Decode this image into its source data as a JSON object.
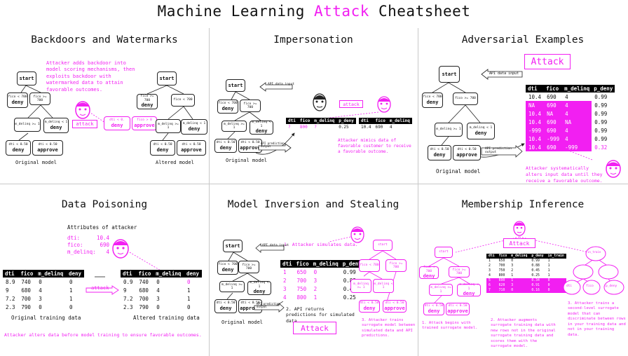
{
  "title": {
    "prefix": "Machine Learning ",
    "highlight": "Attack",
    "suffix": " Cheatsheet"
  },
  "colors": {
    "accent": "#f21ff2",
    "text": "#111111"
  },
  "panels": {
    "backdoors": {
      "title": "Backdoors and Watermarks",
      "note": "Attacker adds backdoor into model scoring mechanisms, then exploits backdoor with watermarked data to attain favorable outcomes.",
      "attack_label": "attack",
      "caption_original": "Original model",
      "caption_altered": "Altered model",
      "nodes": {
        "start": "start",
        "fico_lt": "fico < 700",
        "fico_ge": "fico >= 700",
        "deny": "deny",
        "mdelinq_ge": "m_delinq >= 1",
        "mdelinq_lt": "m_delinq < 1",
        "dti_lt": "dti < 0.50",
        "approve": "approve",
        "backdoor1": "dti < 0.",
        "backdoor2": "fico > 0",
        "backdoor_approve": "approve"
      }
    },
    "impersonation": {
      "title": "Impersonation",
      "api_input": "API data input",
      "api_output": "API prediction output",
      "attack_label": "attack",
      "caption": "Original model",
      "note": "Attacker mimics data of favorable customer to receive a favorable outcome.",
      "table1": {
        "headers": [
          "dti",
          "fico",
          "m_delinq",
          "p_deny"
        ],
        "row": [
          "?",
          "800",
          "?",
          "0.25"
        ]
      },
      "table2": {
        "headers": [
          "dti",
          "fico",
          "m_delinq"
        ],
        "row": [
          "10.4",
          "690",
          "4"
        ]
      }
    },
    "adversarial": {
      "title": "Adversarial Examples",
      "attack_button": "Attack",
      "api_input": "API data input",
      "api_output": "API prediction output",
      "caption": "Original model",
      "note": "Attacker systematically alters input data until they receive a favorable outcome.",
      "headers": [
        "dti",
        "fico",
        "m_delinq",
        "p_deny"
      ],
      "rows": [
        [
          "10.4",
          "690",
          "4",
          "0.99"
        ],
        [
          "NA",
          "690",
          "4",
          "0.99"
        ],
        [
          "10.4",
          "NA",
          "4",
          "0.99"
        ],
        [
          "10.4",
          "690",
          "NA",
          "0.99"
        ],
        [
          "-999",
          "690",
          "4",
          "0.99"
        ],
        [
          "10.4",
          "-999",
          "4",
          "0.99"
        ],
        [
          "10.4",
          "690",
          "-999",
          "0.32"
        ]
      ]
    },
    "poisoning": {
      "title": "Data Poisoning",
      "attrs_title": "Attributes of attacker",
      "attrs": [
        {
          "k": "dti:",
          "v": "10.4"
        },
        {
          "k": "fico:",
          "v": "690"
        },
        {
          "k": "m_delinq:",
          "v": "4"
        }
      ],
      "headers": [
        "dti",
        "fico",
        "m_delinq",
        "deny"
      ],
      "original_rows": [
        [
          "8.9",
          "740",
          "0",
          "0"
        ],
        [
          "9",
          "680",
          "4",
          "1"
        ],
        [
          "7.2",
          "700",
          "3",
          "1"
        ],
        [
          "2.3",
          "790",
          "0",
          "0"
        ]
      ],
      "altered_rows": [
        [
          "0.9",
          "740",
          "0",
          "0"
        ],
        [
          "9",
          "680",
          "4",
          "1"
        ],
        [
          "7.2",
          "700",
          "3",
          "1"
        ],
        [
          "2.3",
          "790",
          "0",
          "0"
        ]
      ],
      "attack_label": "attack",
      "caption_original": "Original training data",
      "caption_altered": "Altered training data",
      "note": "Attacker alters data before model training to ensure favorable outcomes."
    },
    "inversion": {
      "title": "Model Inversion and Stealing",
      "step1": "1. Attacker simulates data.",
      "step2": "2. API returns predictions for simulated data.",
      "step3": "3. Attacker trains surrogate model between simulated data and API predictions.",
      "attack_button": "Attack",
      "api_input": "API data input",
      "api_output": "API prediction output",
      "caption": "Original model",
      "headers": [
        "dti",
        "fico",
        "m_delinq",
        "p_deny"
      ],
      "rows": [
        [
          "1",
          "650",
          "0",
          "0.99"
        ],
        [
          "2",
          "700",
          "3",
          "0.88"
        ],
        [
          "3",
          "750",
          "2",
          "0.45"
        ],
        [
          "4",
          "800",
          "1",
          "0.25"
        ]
      ]
    },
    "membership": {
      "title": "Membership Inference",
      "attack_button": "Attack",
      "step1": "1. Attack begins with trained surrogate model.",
      "step2": "2. Attacker augments surrogate training data with new rows not in the original surrogate training data and scores them with the surrogate model.",
      "step3": "3. Attacker trains a second-level surrogate model that can discriminate between rows in your training data and not in your training data.",
      "headers": [
        "dti",
        "fico",
        "m_delinq",
        "p_deny",
        "in_train"
      ],
      "rows": [
        [
          "1",
          "650",
          "0",
          "0.99",
          "1"
        ],
        [
          "2",
          "700",
          "3",
          "0.88",
          "1"
        ],
        [
          "3",
          "750",
          "2",
          "0.45",
          "1"
        ],
        [
          "4",
          "800",
          "1",
          "0.25",
          "1"
        ],
        [
          "5",
          "690",
          "1",
          "0.34",
          "0"
        ],
        [
          "6",
          "620",
          "3",
          "0.91",
          "0"
        ],
        [
          "7",
          "710",
          "0",
          "0.16",
          "0"
        ]
      ]
    }
  }
}
